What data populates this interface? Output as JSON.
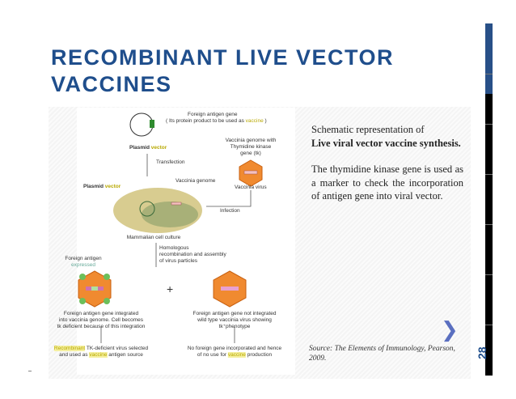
{
  "slide": {
    "title_line1": "RECOMBINANT LIVE VECTOR",
    "title_line2": "VACCINES",
    "page_number": "28",
    "accent_color": "#1f4e8c"
  },
  "diagram": {
    "foreign_gene": "Foreign antigen gene",
    "foreign_gene_note_a": "( Its protein product to be used as ",
    "vaccine": "vaccine",
    "foreign_gene_note_b": " )",
    "plasmid": "Plasmid ",
    "vector": "vector",
    "vaccinia_genome_tk_1": "Vaccinia genome with",
    "vaccinia_genome_tk_2": "Thymidine kinase",
    "vaccinia_genome_tk_3": "gene (tk)",
    "transfection": "Transfection",
    "vaccinia_genome": "Vaccinia genome",
    "vaccinia_virus": "Vaccinia virus",
    "infection": "Infection",
    "mammalian": "Mammalian cell culture",
    "homologous_1": "Homologous",
    "homologous_2": "recombination and assembly",
    "homologous_3": "of virus particles",
    "foreign_antigen": "Foreign antigen",
    "expressed": "expressed",
    "plus": "+",
    "left_desc_1": "Foreign antigen gene integrated",
    "left_desc_2": "into vaccinia genome. Cell becomes",
    "left_desc_3": "tk deficient because of this integration",
    "right_desc_1": "Foreign antigen gene not integrated",
    "right_desc_2": "wild type vaccinia virus showing",
    "right_desc_3": "tk⁺phenotype",
    "recombinant": "Recombinant",
    "left_result_1": " TK-deficient virus selected",
    "left_result_2a": "and used as ",
    "left_result_2b": " antigen source",
    "right_result_1": "No foreign gene incorporated and hence",
    "right_result_2a": "of no use for ",
    "right_result_2b": " production"
  },
  "description": {
    "line1": "Schematic representation of",
    "bold": "Live viral vector vaccine synthesis.",
    "para2": "The thymidine kinase gene is used as a marker to check the incorporation of antigen gene into viral vector.",
    "source": "Source: The Elements of Immunology, Pearson, 2009."
  },
  "icons": {
    "next": "chevron-right-icon"
  }
}
